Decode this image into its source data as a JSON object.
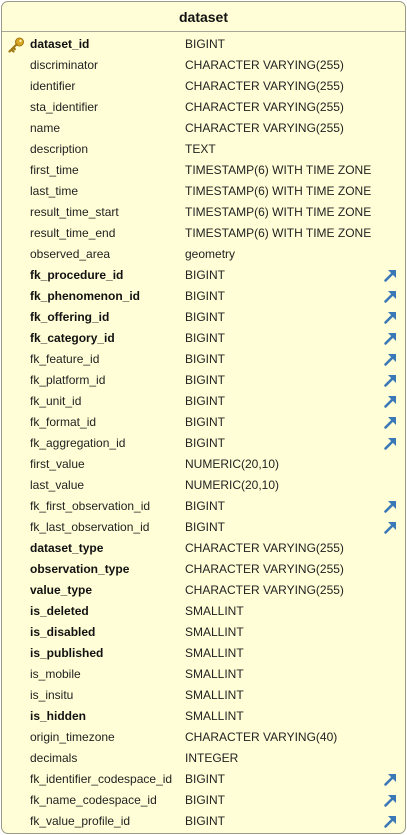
{
  "table": {
    "title": "dataset",
    "columns": [
      {
        "name": "dataset_id",
        "type": "BIGINT",
        "bold": true,
        "pk": true,
        "fk": false
      },
      {
        "name": "discriminator",
        "type": "CHARACTER VARYING(255)",
        "bold": false,
        "pk": false,
        "fk": false
      },
      {
        "name": "identifier",
        "type": "CHARACTER VARYING(255)",
        "bold": false,
        "pk": false,
        "fk": false
      },
      {
        "name": "sta_identifier",
        "type": "CHARACTER VARYING(255)",
        "bold": false,
        "pk": false,
        "fk": false
      },
      {
        "name": "name",
        "type": "CHARACTER VARYING(255)",
        "bold": false,
        "pk": false,
        "fk": false
      },
      {
        "name": "description",
        "type": "TEXT",
        "bold": false,
        "pk": false,
        "fk": false
      },
      {
        "name": "first_time",
        "type": "TIMESTAMP(6) WITH TIME ZONE",
        "bold": false,
        "pk": false,
        "fk": false
      },
      {
        "name": "last_time",
        "type": "TIMESTAMP(6) WITH TIME ZONE",
        "bold": false,
        "pk": false,
        "fk": false
      },
      {
        "name": "result_time_start",
        "type": "TIMESTAMP(6) WITH TIME ZONE",
        "bold": false,
        "pk": false,
        "fk": false
      },
      {
        "name": "result_time_end",
        "type": "TIMESTAMP(6) WITH TIME ZONE",
        "bold": false,
        "pk": false,
        "fk": false
      },
      {
        "name": "observed_area",
        "type": "geometry",
        "bold": false,
        "pk": false,
        "fk": false
      },
      {
        "name": "fk_procedure_id",
        "type": "BIGINT",
        "bold": true,
        "pk": false,
        "fk": true
      },
      {
        "name": "fk_phenomenon_id",
        "type": "BIGINT",
        "bold": true,
        "pk": false,
        "fk": true
      },
      {
        "name": "fk_offering_id",
        "type": "BIGINT",
        "bold": true,
        "pk": false,
        "fk": true
      },
      {
        "name": "fk_category_id",
        "type": "BIGINT",
        "bold": true,
        "pk": false,
        "fk": true
      },
      {
        "name": "fk_feature_id",
        "type": "BIGINT",
        "bold": false,
        "pk": false,
        "fk": true
      },
      {
        "name": "fk_platform_id",
        "type": "BIGINT",
        "bold": false,
        "pk": false,
        "fk": true
      },
      {
        "name": "fk_unit_id",
        "type": "BIGINT",
        "bold": false,
        "pk": false,
        "fk": true
      },
      {
        "name": "fk_format_id",
        "type": "BIGINT",
        "bold": false,
        "pk": false,
        "fk": true
      },
      {
        "name": "fk_aggregation_id",
        "type": "BIGINT",
        "bold": false,
        "pk": false,
        "fk": true
      },
      {
        "name": "first_value",
        "type": "NUMERIC(20,10)",
        "bold": false,
        "pk": false,
        "fk": false
      },
      {
        "name": "last_value",
        "type": "NUMERIC(20,10)",
        "bold": false,
        "pk": false,
        "fk": false
      },
      {
        "name": "fk_first_observation_id",
        "type": "BIGINT",
        "bold": false,
        "pk": false,
        "fk": true
      },
      {
        "name": "fk_last_observation_id",
        "type": "BIGINT",
        "bold": false,
        "pk": false,
        "fk": true
      },
      {
        "name": "dataset_type",
        "type": "CHARACTER VARYING(255)",
        "bold": true,
        "pk": false,
        "fk": false
      },
      {
        "name": "observation_type",
        "type": "CHARACTER VARYING(255)",
        "bold": true,
        "pk": false,
        "fk": false
      },
      {
        "name": "value_type",
        "type": "CHARACTER VARYING(255)",
        "bold": true,
        "pk": false,
        "fk": false
      },
      {
        "name": "is_deleted",
        "type": "SMALLINT",
        "bold": true,
        "pk": false,
        "fk": false
      },
      {
        "name": "is_disabled",
        "type": "SMALLINT",
        "bold": true,
        "pk": false,
        "fk": false
      },
      {
        "name": "is_published",
        "type": "SMALLINT",
        "bold": true,
        "pk": false,
        "fk": false
      },
      {
        "name": "is_mobile",
        "type": "SMALLINT",
        "bold": false,
        "pk": false,
        "fk": false
      },
      {
        "name": "is_insitu",
        "type": "SMALLINT",
        "bold": false,
        "pk": false,
        "fk": false
      },
      {
        "name": "is_hidden",
        "type": "SMALLINT",
        "bold": true,
        "pk": false,
        "fk": false
      },
      {
        "name": "origin_timezone",
        "type": "CHARACTER VARYING(40)",
        "bold": false,
        "pk": false,
        "fk": false
      },
      {
        "name": "decimals",
        "type": "INTEGER",
        "bold": false,
        "pk": false,
        "fk": false
      },
      {
        "name": "fk_identifier_codespace_id",
        "type": "BIGINT",
        "bold": false,
        "pk": false,
        "fk": true
      },
      {
        "name": "fk_name_codespace_id",
        "type": "BIGINT",
        "bold": false,
        "pk": false,
        "fk": true
      },
      {
        "name": "fk_value_profile_id",
        "type": "BIGINT",
        "bold": false,
        "pk": false,
        "fk": true
      }
    ]
  },
  "icons": {
    "primary_key": "key-icon",
    "foreign_key": "foreign-key-arrow-icon"
  },
  "colors": {
    "table_background": "#fffed6",
    "border": "#9a9a8a",
    "key_gold": "#d9a520",
    "fk_arrow_blue": "#3a78b8"
  }
}
